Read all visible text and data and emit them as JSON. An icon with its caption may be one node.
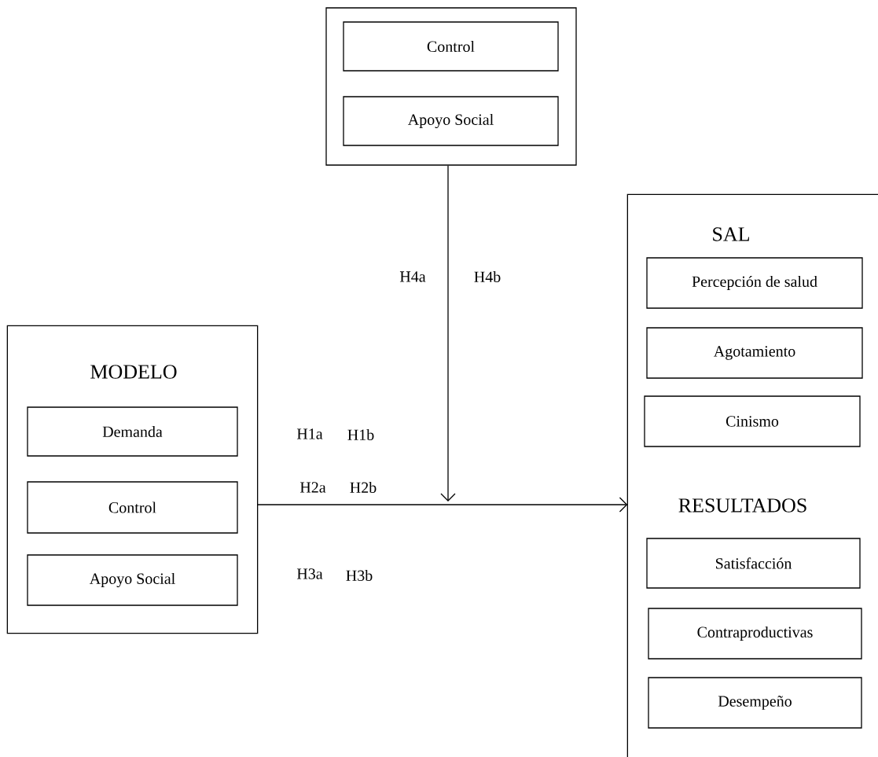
{
  "diagram": {
    "nodes": [
      {
        "text": [],
        "shape": "box"
      },
      {
        "text": [
          "Control"
        ],
        "in": 0
      },
      {
        "text": [
          "Apoyo Social"
        ],
        "in": 0
      },
      {
        "text": [
          "MODELO"
        ]
      },
      {
        "text": [
          "Demanda"
        ],
        "in": 3
      },
      {
        "text": [
          "Control"
        ],
        "in": 3
      },
      {
        "text": [
          "Apoyo Social"
        ],
        "in": 3
      },
      {
        "text": [
          "SAL",
          "RESULTADOS"
        ]
      },
      {
        "text": [
          "Percepción de salud"
        ],
        "in": 7
      },
      {
        "text": [
          "Agotamiento"
        ],
        "in": 7
      },
      {
        "text": [
          "Cinismo"
        ],
        "in": 7
      },
      {
        "text": [
          "Satisfacción"
        ],
        "in": 7
      },
      {
        "text": [
          "Contraproductivas"
        ],
        "in": 7
      },
      {
        "text": [
          "Desempeño"
        ],
        "in": 7
      }
    ],
    "edges": [
      {
        "from": 3,
        "to": 7,
        "arrow": "to"
      },
      {
        "from": 0,
        "to": null,
        "arrow": "to"
      }
    ],
    "labels": [
      "H4a",
      "H4b",
      "H1a",
      "H1b",
      "H2a",
      "H2b",
      "H3a",
      "H3b"
    ]
  }
}
